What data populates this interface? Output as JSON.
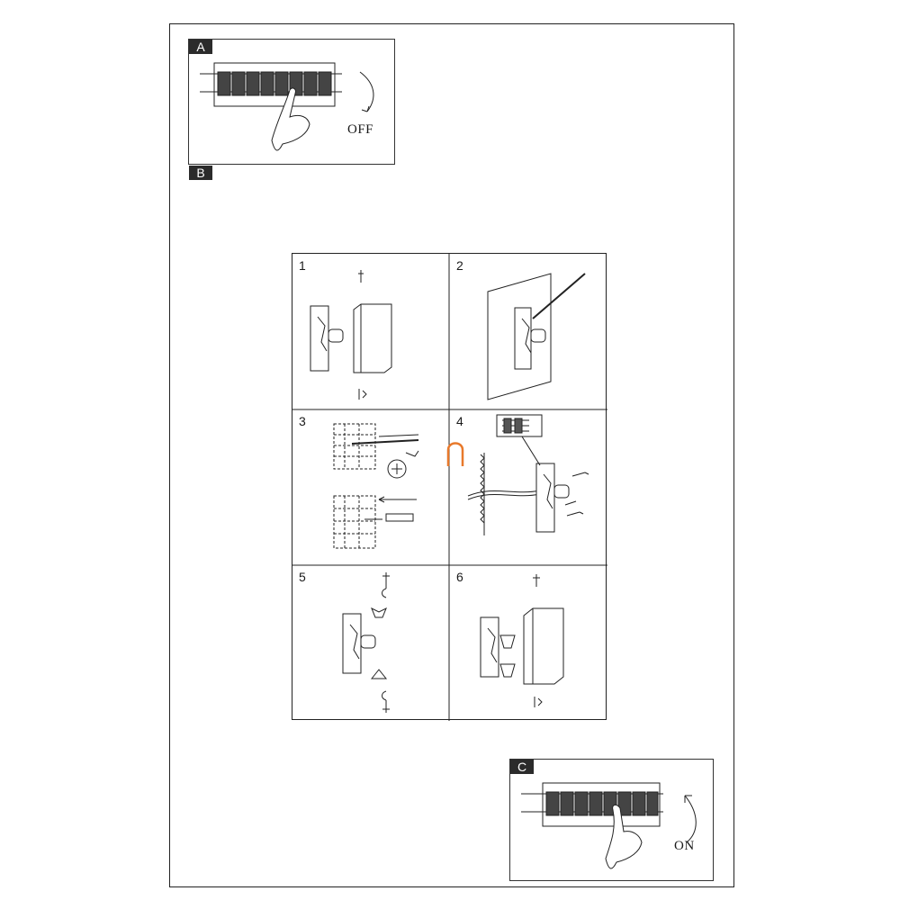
{
  "steps": {
    "a": {
      "label": "A",
      "caption": "OFF"
    },
    "b": {
      "label": "B"
    },
    "c": {
      "label": "C",
      "caption": "ON"
    }
  },
  "grid": {
    "cells": [
      {
        "number": "1"
      },
      {
        "number": "2"
      },
      {
        "number": "3"
      },
      {
        "number": "4"
      },
      {
        "number": "5"
      },
      {
        "number": "6"
      }
    ]
  },
  "colors": {
    "line": "#222222",
    "marker": "#e8792b"
  }
}
